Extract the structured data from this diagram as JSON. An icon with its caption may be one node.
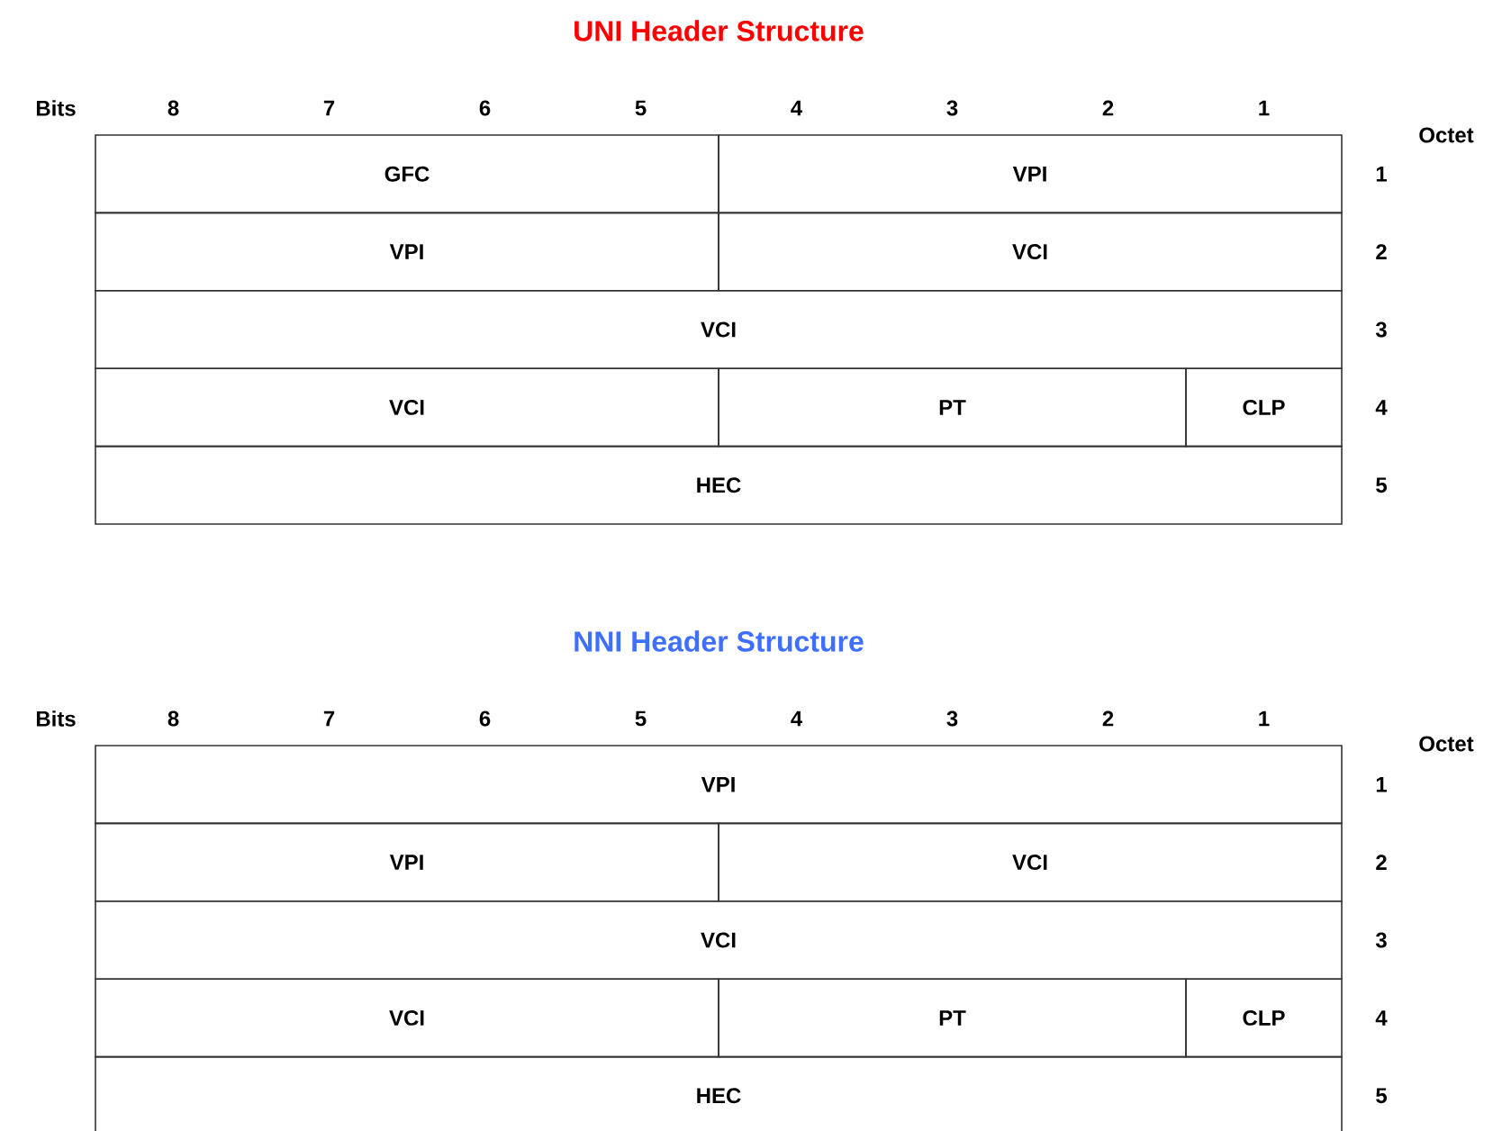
{
  "diagram": {
    "nodes": [
      {
        "text": [
          "GFC"
        ]
      },
      {
        "text": [
          "VPI"
        ]
      },
      {
        "text": [
          "VPI"
        ]
      },
      {
        "text": [
          "VCI"
        ]
      },
      {
        "text": [
          "VCI"
        ]
      },
      {
        "text": [
          "VCI"
        ]
      },
      {
        "text": [
          "PT"
        ]
      },
      {
        "text": [
          "CLP"
        ]
      },
      {
        "text": [
          "HEC"
        ]
      },
      {
        "text": [
          "VPI"
        ]
      },
      {
        "text": [
          "VPI"
        ]
      },
      {
        "text": [
          "VCI"
        ]
      },
      {
        "text": [
          "VCI"
        ]
      },
      {
        "text": [
          "VCI"
        ]
      },
      {
        "text": [
          "PT"
        ]
      },
      {
        "text": [
          "CLP"
        ]
      },
      {
        "text": [
          "HEC"
        ]
      }
    ],
    "labels": [
      "UNI Header Structure",
      "Bits",
      "8",
      "7",
      "6",
      "5",
      "4",
      "3",
      "2",
      "1",
      "Octet",
      "1",
      "2",
      "3",
      "4",
      "5",
      "NNI Header Structure",
      "Bits",
      "8",
      "7",
      "6",
      "5",
      "4",
      "3",
      "2",
      "1",
      "Octet",
      "1",
      "2",
      "3",
      "4",
      "5"
    ]
  }
}
